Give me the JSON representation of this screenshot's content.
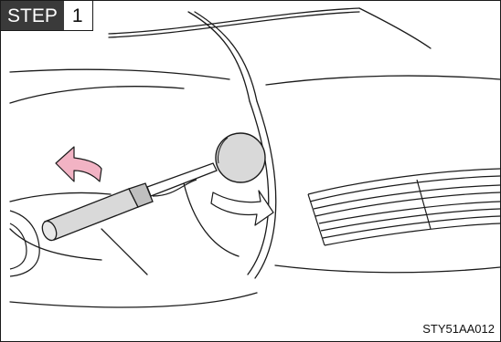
{
  "step": {
    "word": "STEP",
    "number": "1"
  },
  "caption": "STY51AA012",
  "colors": {
    "arrow_pink": "#f2b3c4",
    "gray_fill": "#d9d9d9",
    "line": "#1a1a1a"
  },
  "icons": [
    "screwdriver-icon",
    "cover-cap-icon",
    "rotate-arrow-icon",
    "pry-arrow-icon"
  ]
}
